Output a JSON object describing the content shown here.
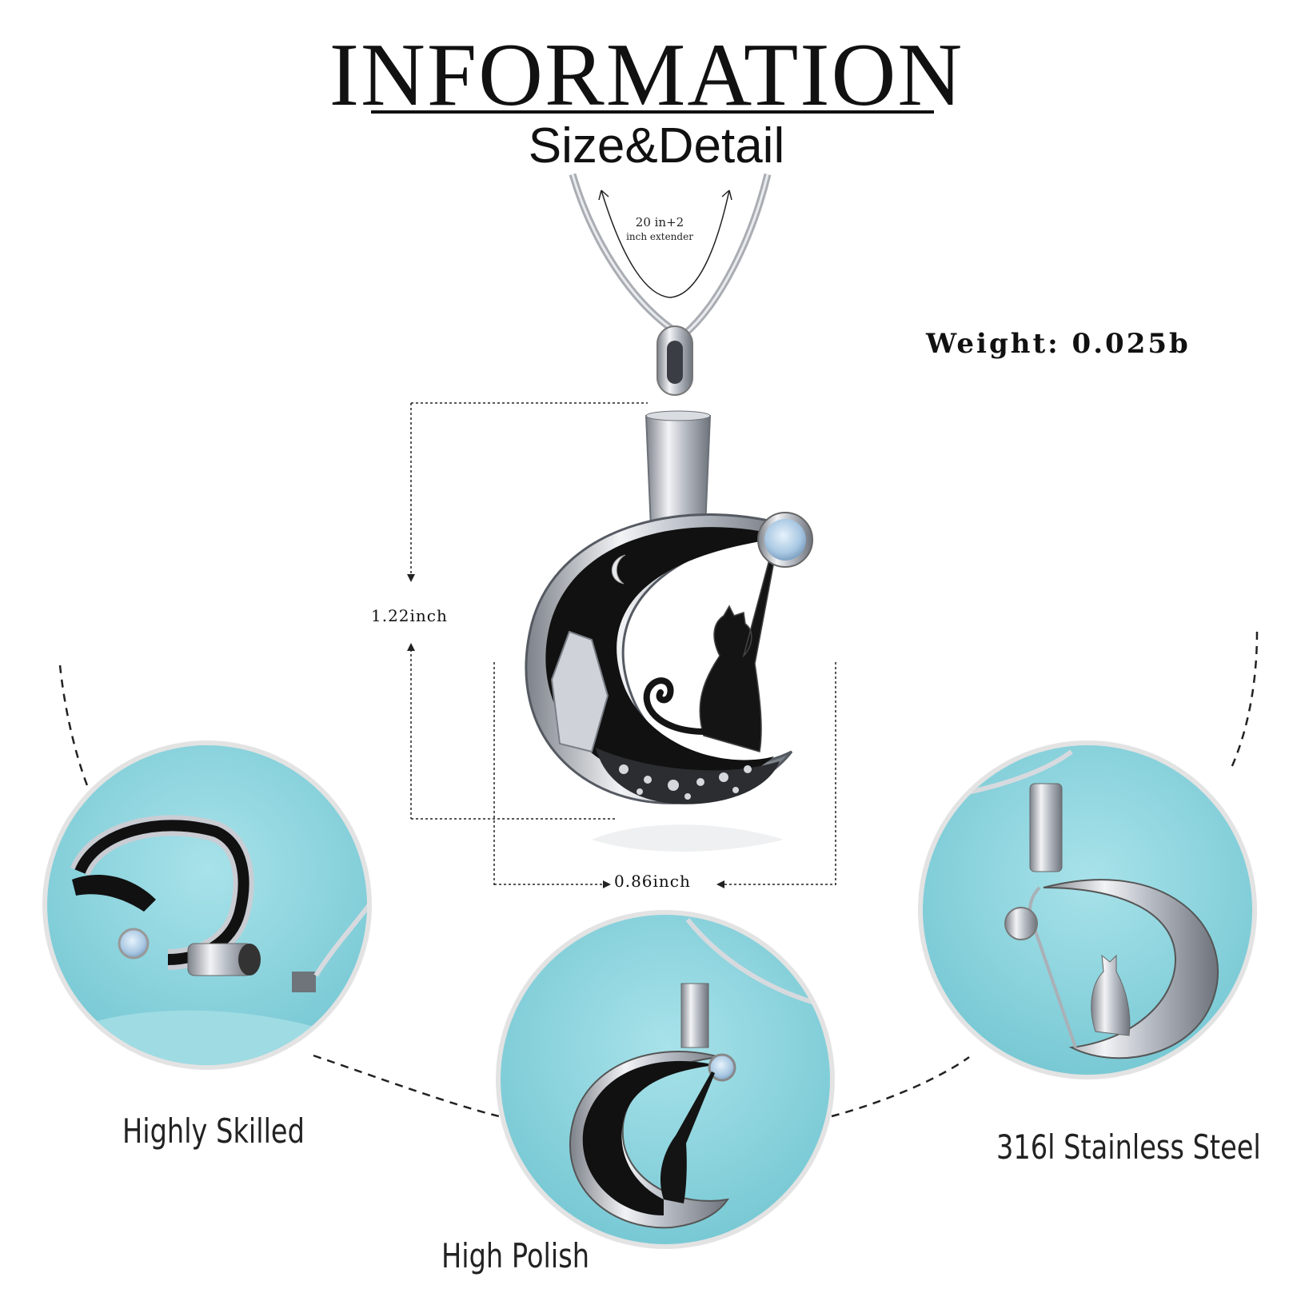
{
  "header": {
    "title": "INFORMATION",
    "subtitle": "Size&Detail"
  },
  "chain": {
    "length_line1": "20 in+2",
    "length_line2": "inch extender"
  },
  "specs": {
    "weight": "Weight: 0.025b",
    "height": "1.22inch",
    "width": "0.86inch"
  },
  "details": [
    {
      "caption": "Highly Skilled"
    },
    {
      "caption": "High Polish"
    },
    {
      "caption": "316l Stainless Steel"
    }
  ],
  "colors": {
    "detail_background": "#8fd3dc",
    "detail_ring": "#d9d9d9",
    "metal": "#c8ccd2",
    "enamel": "#111111",
    "gem": "#b8d4ea"
  }
}
